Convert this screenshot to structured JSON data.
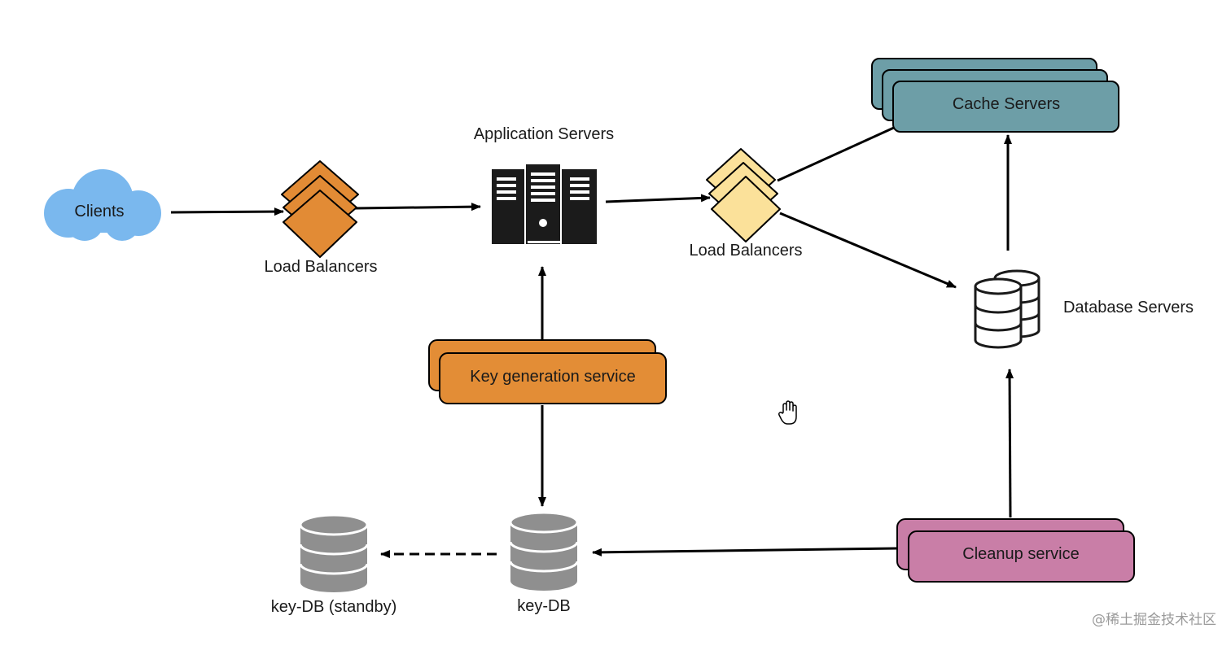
{
  "nodes": {
    "clients": "Clients",
    "lb_front": "Load Balancers",
    "app_servers": "Application Servers",
    "lb_back": "Load Balancers",
    "cache_servers": "Cache Servers",
    "db_servers": "Database Servers",
    "kgs": "Key generation service",
    "key_db": "key-DB",
    "key_db_standby": "key-DB (standby)",
    "cleanup": "Cleanup service"
  },
  "colors": {
    "cloud": "#7ab8ee",
    "lb_front": "#e28b35",
    "lb_back": "#fbe19a",
    "cache": "#6d9ea7",
    "kgs": "#e38d36",
    "cleanup": "#c97ea7",
    "db_gray": "#8f8f8f"
  },
  "cursor_icon": "hand-grab-icon",
  "watermark": "@稀土掘金技术社区"
}
